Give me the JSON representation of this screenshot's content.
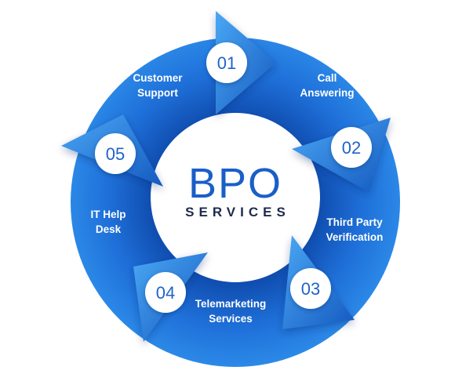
{
  "center": {
    "title": "BPO",
    "subtitle": "SERVICES"
  },
  "steps": [
    {
      "number": "01",
      "label_lines": [
        "Customer",
        "Support"
      ]
    },
    {
      "number": "02",
      "label_lines": [
        "Call",
        "Answering"
      ]
    },
    {
      "number": "03",
      "label_lines": [
        "Third Party",
        "Verification"
      ]
    },
    {
      "number": "04",
      "label_lines": [
        "Telemarketing",
        "Services"
      ]
    },
    {
      "number": "05",
      "label_lines": [
        "IT Help",
        "Desk"
      ]
    }
  ],
  "colors": {
    "ring_light": "#3d9cf0",
    "ring_mid": "#1f6fd6",
    "ring_dark": "#0b3d9c",
    "title_blue": "#1a5fc8",
    "subtitle_dark": "#1e2a4a"
  }
}
